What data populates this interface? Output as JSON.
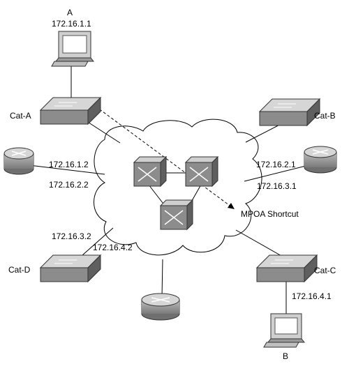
{
  "hosts": {
    "a": {
      "name": "A",
      "ip": "172.16.1.1"
    },
    "b": {
      "name": "B"
    }
  },
  "switches": {
    "cat_a": "Cat-A",
    "cat_b": "Cat-B",
    "cat_c": "Cat-C",
    "cat_d": "Cat-D"
  },
  "interfaces": {
    "left_router_top": "172.16.1.2",
    "left_router_bottom": "172.16.2.2",
    "right_router_top": "172.16.2.1",
    "right_router_bottom": "172.16.3.1",
    "cat_d_top": "172.16.3.2",
    "cat_d_bottom": "172.16.4.2",
    "cat_c_link": "172.16.4.1"
  },
  "annotations": {
    "shortcut": "MPOA Shortcut"
  },
  "colors": {
    "device_front": "#8c8c8c",
    "device_top": "#d6d6d6",
    "device_dark": "#5f5f5f",
    "line": "#000000"
  }
}
